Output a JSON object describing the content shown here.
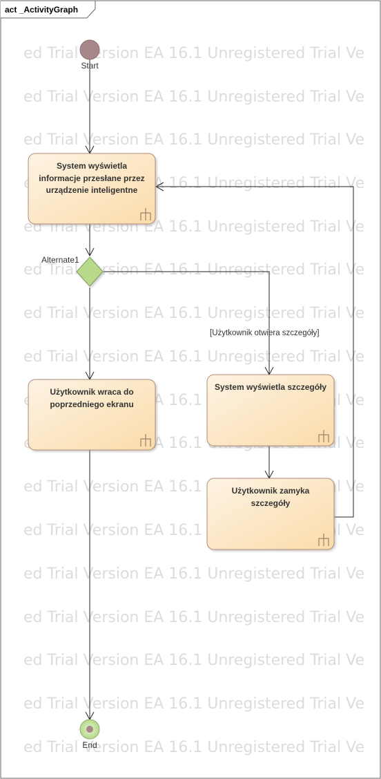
{
  "frame": {
    "title": "act _ActivityGraph"
  },
  "watermark": {
    "text": "ed Trial Version  EA 16.1 Unregistered Trial Ve"
  },
  "nodes": {
    "start": {
      "label": "Start"
    },
    "end": {
      "label": "End"
    },
    "decision": {
      "label": "Alternate1"
    },
    "action1": {
      "lines": [
        "System wyświetla",
        "informacje przesłane przez",
        "urządzenie inteligentne"
      ]
    },
    "action2": {
      "lines": [
        "Użytkownik wraca do",
        "poprzedniego ekranu"
      ]
    },
    "action3": {
      "lines": [
        "System wyświetla szczegóły"
      ]
    },
    "action4": {
      "lines": [
        "Użytkownik zamyka",
        "szczegóły"
      ]
    }
  },
  "edges": {
    "guard_details": "[Użytkownik otwiera szczegóły]"
  },
  "colors": {
    "action_fill_start": "#fdf0dc",
    "action_fill_end": "#fbe0b4",
    "action_stroke": "#b08b7a",
    "start_fill": "#a7878a",
    "end_fill": "#c4e09c",
    "decision_fill": "#b8d98a",
    "watermark": "#dcdcdc"
  }
}
